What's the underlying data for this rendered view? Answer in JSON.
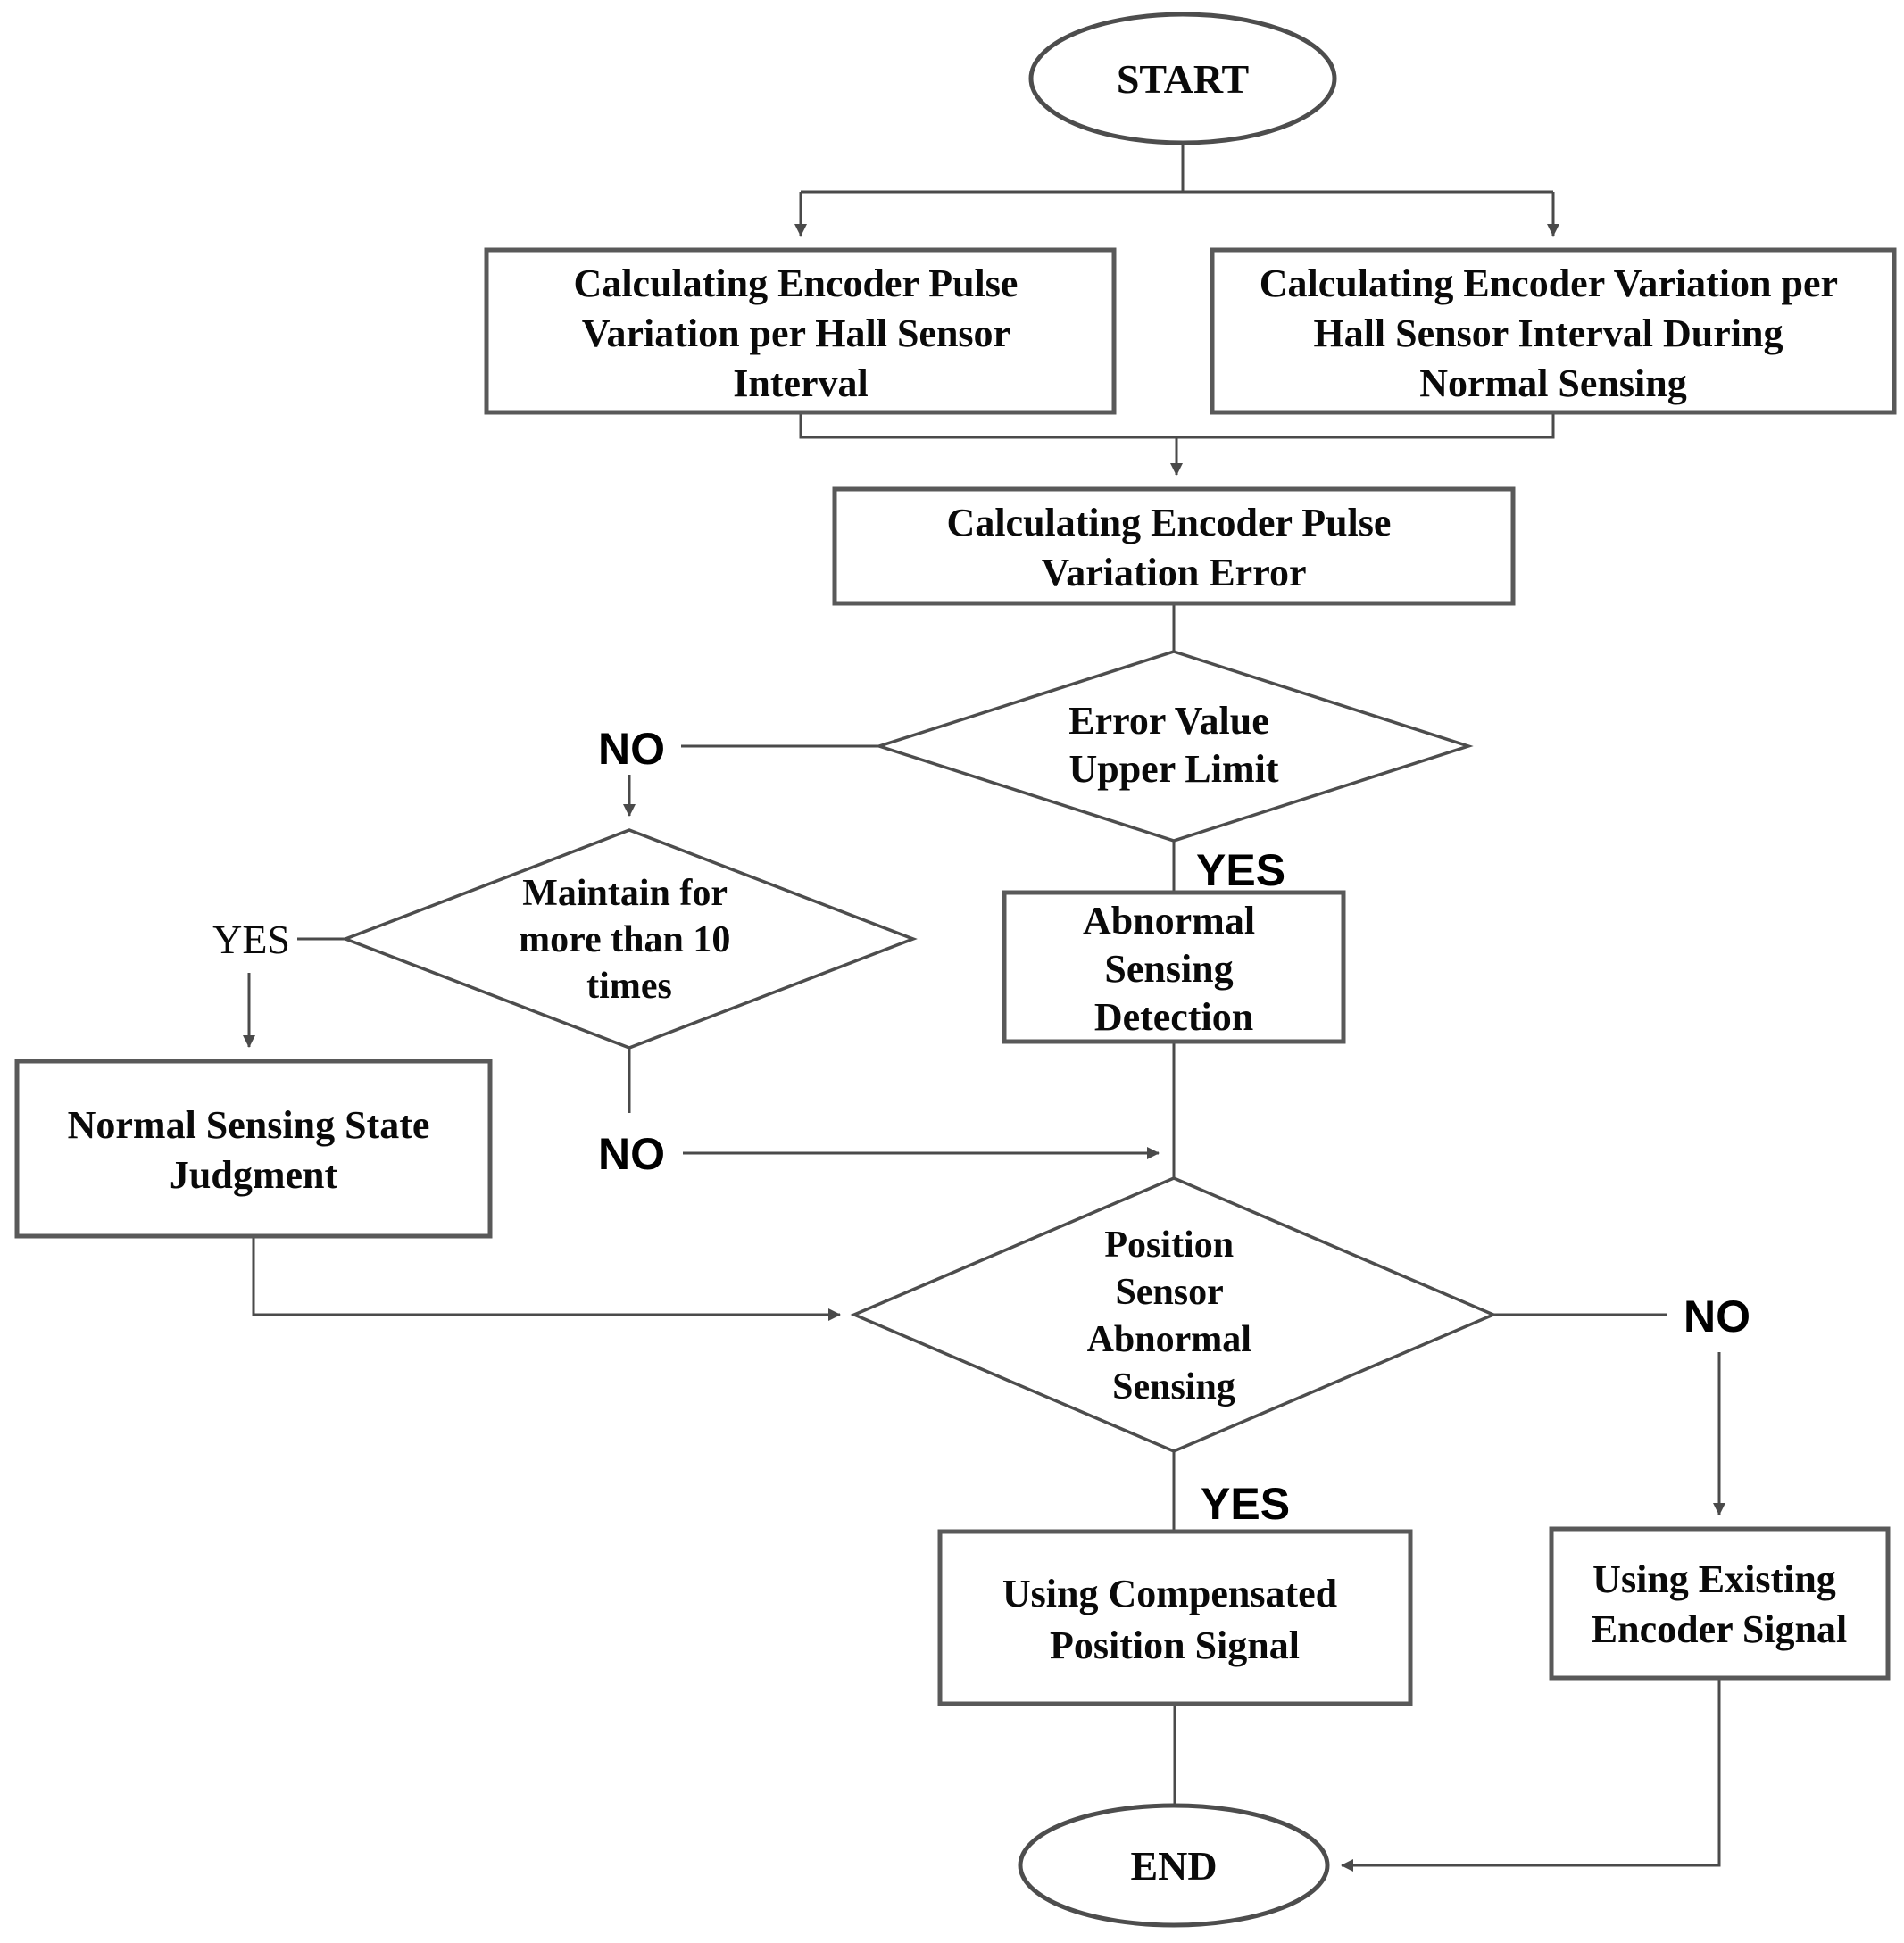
{
  "flowchart": {
    "nodes": {
      "start": {
        "label": "START"
      },
      "calc_encoder_pulse_variation": {
        "lines": [
          "Calculating Encoder Pulse",
          "Variation per Hall Sensor",
          "Interval"
        ]
      },
      "calc_encoder_variation_normal": {
        "lines": [
          "Calculating Encoder Variation per",
          "Hall Sensor Interval During",
          "Normal Sensing"
        ]
      },
      "calc_pulse_variation_error": {
        "lines": [
          "Calculating Encoder Pulse",
          "Variation Error"
        ]
      },
      "error_value_upper_limit": {
        "lines": [
          "Error Value",
          "Upper Limit"
        ]
      },
      "maintain_more_than_10": {
        "lines": [
          "Maintain for",
          "more than 10",
          "times"
        ]
      },
      "normal_sensing_state_judgment": {
        "lines": [
          "Normal Sensing State",
          "Judgment"
        ]
      },
      "abnormal_sensing_detection": {
        "lines": [
          "Abnormal",
          "Sensing",
          "Detection"
        ]
      },
      "position_sensor_abnormal_sensing": {
        "lines": [
          "Position",
          "Sensor",
          "Abnormal",
          "Sensing"
        ]
      },
      "using_compensated_position_signal": {
        "lines": [
          "Using Compensated",
          "Position Signal"
        ]
      },
      "using_existing_encoder_signal": {
        "lines": [
          "Using Existing",
          "Encoder Signal"
        ]
      },
      "end": {
        "label": "END"
      }
    },
    "edge_labels": {
      "error_limit_yes": "YES",
      "error_limit_no": "NO",
      "maintain_yes": "YES",
      "maintain_no": "NO",
      "position_yes": "YES",
      "position_no": "NO"
    },
    "colors": {
      "connector": "#4a4a4a",
      "box_border": "#595959",
      "diamond_border": "#4d4d4d",
      "text": "#0a0a0a",
      "background": "#ffffff"
    }
  }
}
